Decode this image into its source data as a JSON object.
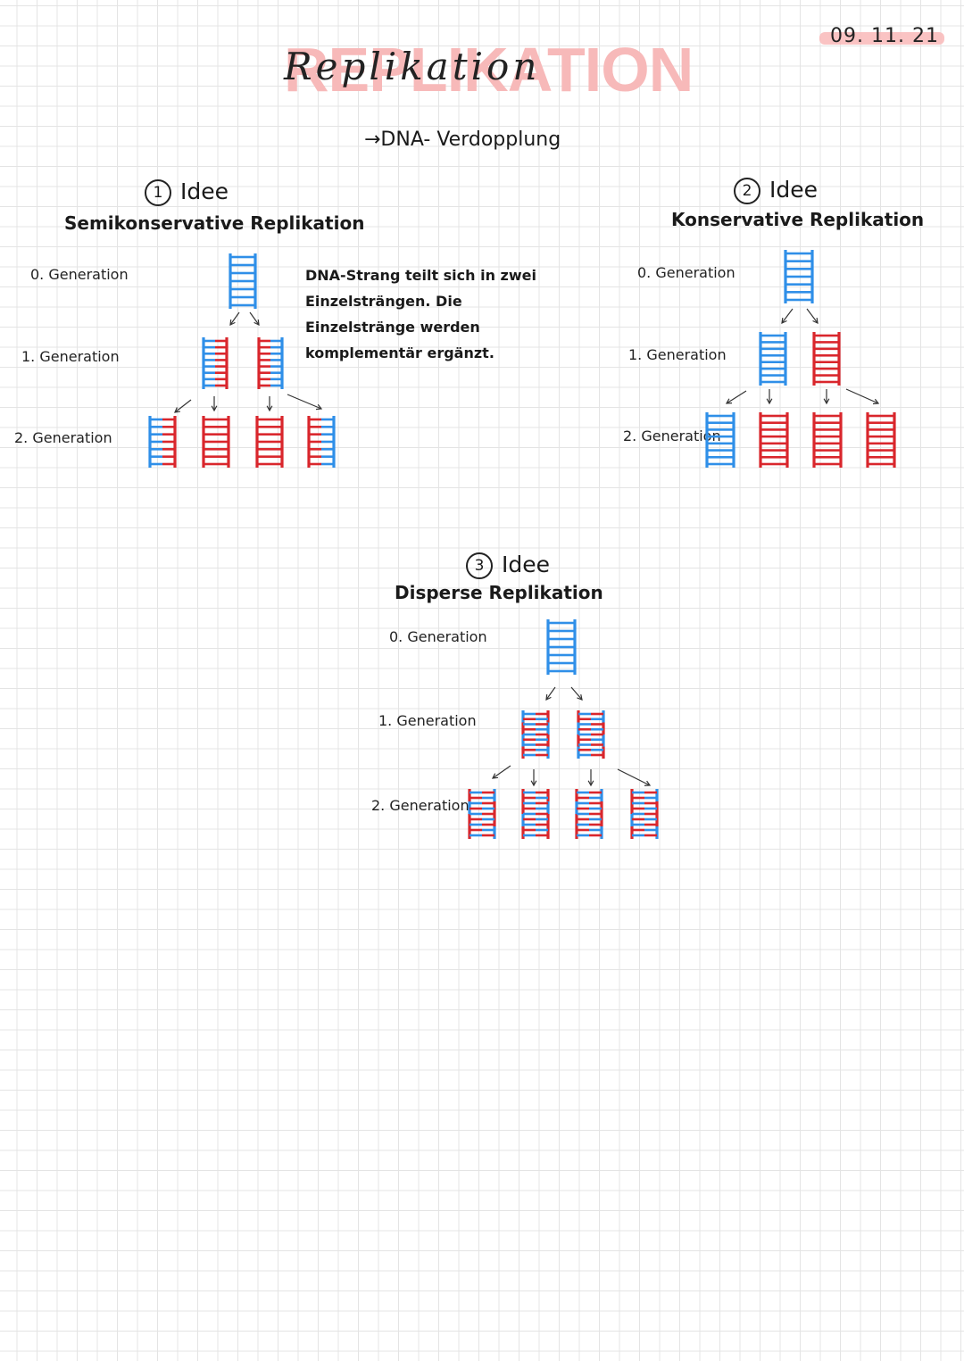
{
  "header": {
    "title": "REPLIKATION",
    "title_handwritten": "Replikation",
    "date": "09. 11. 21",
    "subtitle": "→DNA- Verdopplung"
  },
  "colors": {
    "blue": "#2f8fe8",
    "red": "#d9262c",
    "highlight": "#f9b8b8"
  },
  "ideas": [
    {
      "number": "1",
      "label": "Idee",
      "name": "Semikonservative Replikation",
      "generations": [
        "0. Generation",
        "1. Generation",
        "2. Generation"
      ],
      "note": "DNA-Strang teilt sich in zwei Einzelsträngen. Die Einzelstränge werden komplementär ergänzt."
    },
    {
      "number": "2",
      "label": "Idee",
      "name": "Konservative Replikation",
      "generations": [
        "0. Generation",
        "1. Generation",
        "2. Generation"
      ]
    },
    {
      "number": "3",
      "label": "Idee",
      "name": "Disperse Replikation",
      "generations": [
        "0. Generation",
        "1. Generation",
        "2. Generation"
      ]
    }
  ]
}
